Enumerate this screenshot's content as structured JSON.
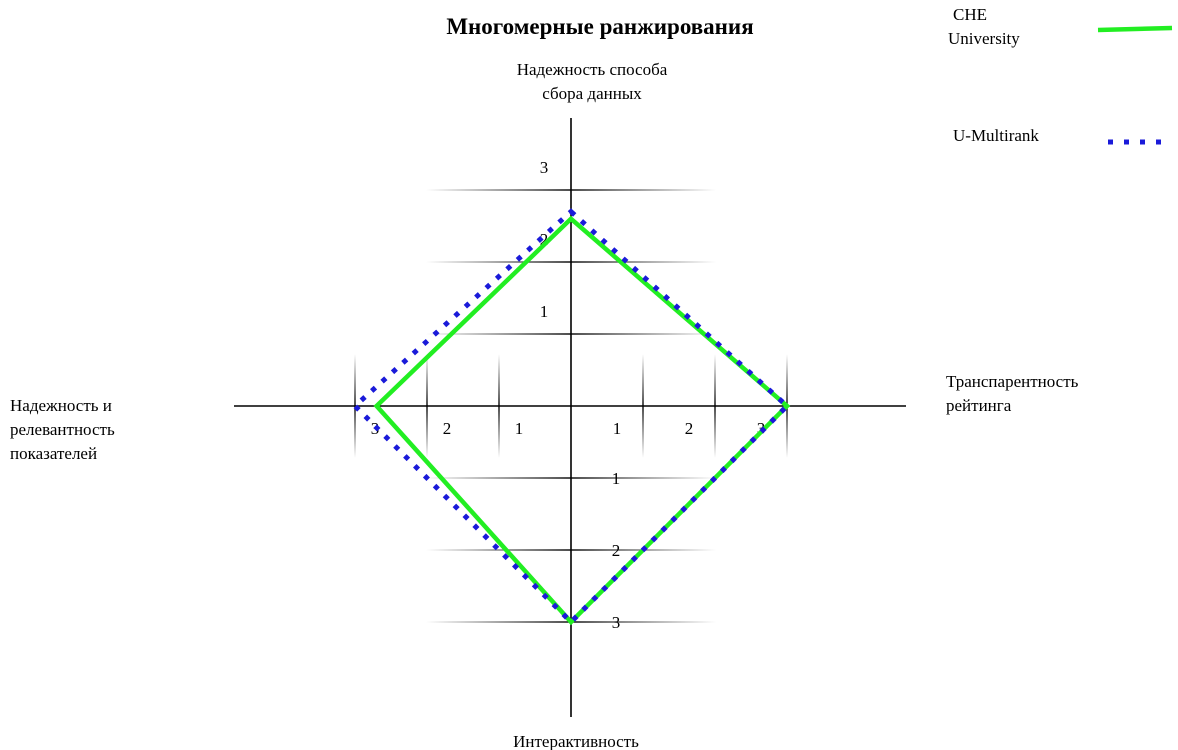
{
  "chart_data": {
    "type": "radar",
    "title": "Многомерные ранжирования",
    "axes": [
      {
        "key": "top",
        "label_lines": [
          "Надежность способа",
          "сбора  данных"
        ]
      },
      {
        "key": "right",
        "label_lines": [
          "Транспарентность",
          "рейтинга"
        ]
      },
      {
        "key": "bottom",
        "label_lines": [
          "Интерактивность"
        ]
      },
      {
        "key": "left",
        "label_lines": [
          "Надежность и",
          "релевантность",
          "показателей"
        ]
      }
    ],
    "range": [
      0,
      3
    ],
    "ticks": {
      "top": [
        "1",
        "2",
        "3"
      ],
      "right": [
        "1",
        "2",
        "3"
      ],
      "bottom": [
        "1",
        "2",
        "3"
      ],
      "left": [
        "1",
        "2",
        "3"
      ]
    },
    "series": [
      {
        "name": "CHE University",
        "name_lines": [
          "CHE",
          "University"
        ],
        "color": "#22ee22",
        "style": "solid",
        "values": {
          "top": 2.6,
          "right": 3.0,
          "bottom": 3.0,
          "left": 2.7
        }
      },
      {
        "name": "U-Multirank",
        "name_lines": [
          "U-Multirank"
        ],
        "color": "#1a1ad9",
        "style": "dotted",
        "values": {
          "top": 2.7,
          "right": 3.0,
          "bottom": 3.0,
          "left": 3.0
        }
      }
    ]
  }
}
